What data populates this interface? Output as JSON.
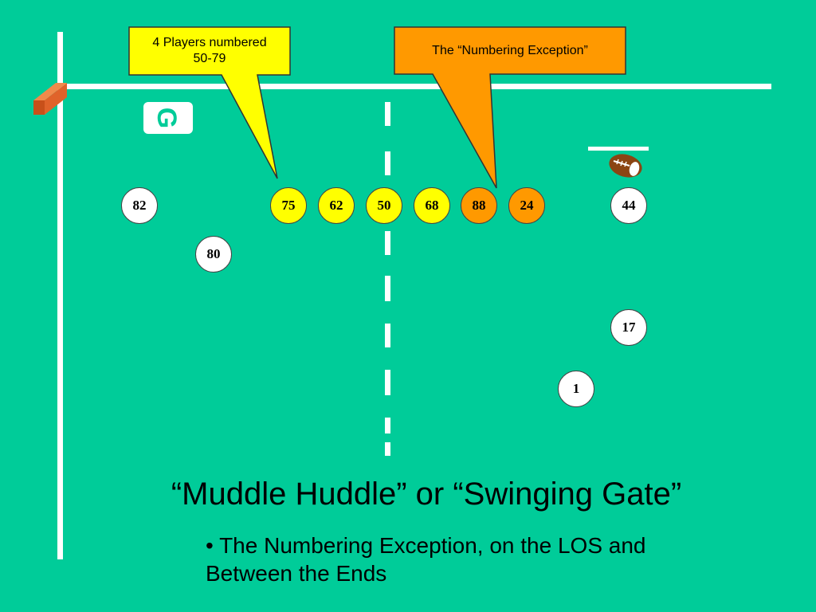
{
  "callouts": {
    "yellow": {
      "text_line1": "4 Players numbered",
      "text_line2": "50-79",
      "fill": "#ffff00"
    },
    "orange": {
      "text": "The “Numbering Exception”",
      "fill": "#ff9900"
    }
  },
  "field_marker": {
    "label": "G"
  },
  "players": [
    {
      "number": "82",
      "role": "split-end",
      "fill": "#ffffff"
    },
    {
      "number": "80",
      "role": "wing",
      "fill": "#ffffff"
    },
    {
      "number": "75",
      "role": "lineman",
      "fill": "#ffff00"
    },
    {
      "number": "62",
      "role": "lineman",
      "fill": "#ffff00"
    },
    {
      "number": "50",
      "role": "lineman",
      "fill": "#ffff00"
    },
    {
      "number": "68",
      "role": "lineman",
      "fill": "#ffff00"
    },
    {
      "number": "88",
      "role": "exception",
      "fill": "#ff9900"
    },
    {
      "number": "24",
      "role": "exception",
      "fill": "#ff9900"
    },
    {
      "number": "44",
      "role": "snapper",
      "fill": "#ffffff"
    },
    {
      "number": "17",
      "role": "back",
      "fill": "#ffffff"
    },
    {
      "number": "1",
      "role": "back",
      "fill": "#ffffff"
    }
  ],
  "title": "“Muddle Huddle” or “Swinging Gate”",
  "bullet": "• The Numbering Exception, on the LOS and Between the Ends",
  "colors": {
    "field": "#00cc99",
    "lines": "#ffffff",
    "pylon": "#e0632a",
    "football": "#8b4513"
  }
}
